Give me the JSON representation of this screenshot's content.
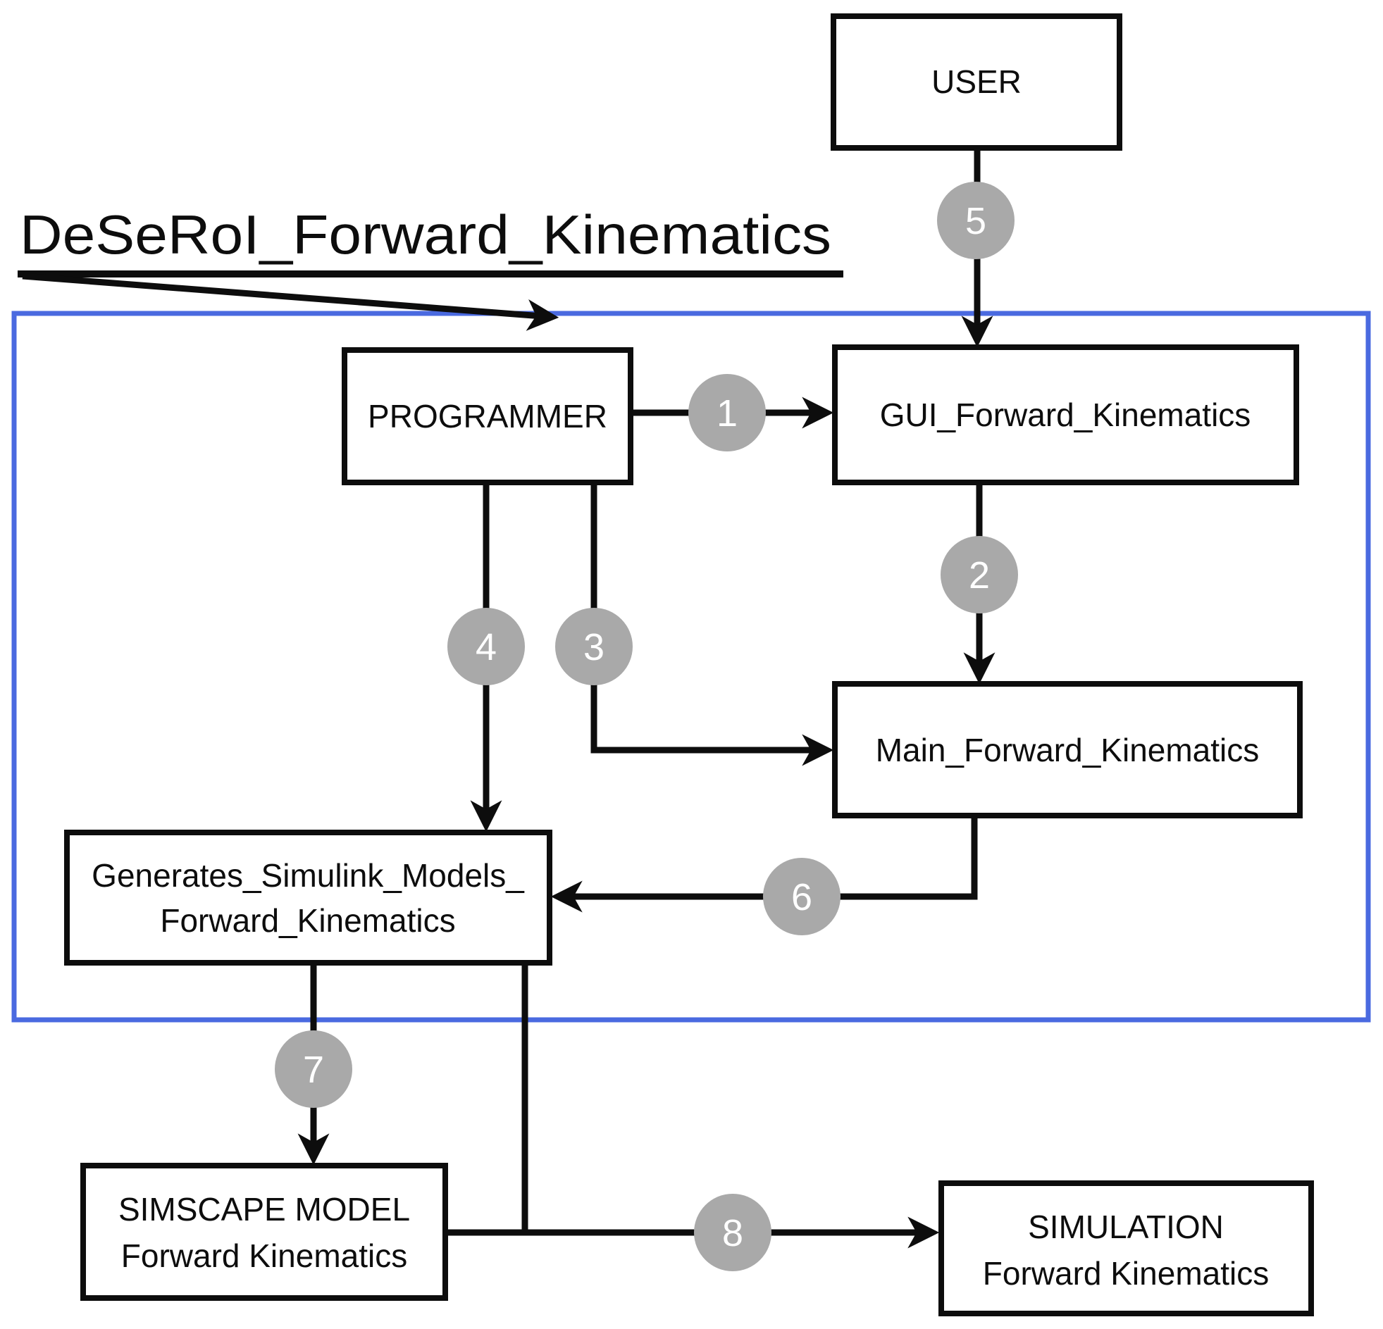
{
  "title": {
    "text": "DeSeRoI_Forward_Kinematics"
  },
  "nodes": {
    "user": {
      "label": "USER"
    },
    "programmer": {
      "label": "PROGRAMMER"
    },
    "gui": {
      "label": "GUI_Forward_Kinematics"
    },
    "main": {
      "label": "Main_Forward_Kinematics"
    },
    "generates": {
      "label_line1": "Generates_Simulink_Models_",
      "label_line2": "Forward_Kinematics"
    },
    "simscape": {
      "label_line1": "SIMSCAPE MODEL",
      "label_line2": "Forward Kinematics"
    },
    "simulation": {
      "label_line1": "SIMULATION",
      "label_line2": "Forward Kinematics"
    }
  },
  "steps": {
    "s1": "1",
    "s2": "2",
    "s3": "3",
    "s4": "4",
    "s5": "5",
    "s6": "6",
    "s7": "7",
    "s8": "8"
  },
  "edges": [
    {
      "step": "1",
      "from": "PROGRAMMER",
      "to": "GUI_Forward_Kinematics"
    },
    {
      "step": "2",
      "from": "GUI_Forward_Kinematics",
      "to": "Main_Forward_Kinematics"
    },
    {
      "step": "3",
      "from": "PROGRAMMER",
      "to": "Main_Forward_Kinematics"
    },
    {
      "step": "4",
      "from": "PROGRAMMER",
      "to": "Generates_Simulink_Models_Forward_Kinematics"
    },
    {
      "step": "5",
      "from": "USER",
      "to": "GUI_Forward_Kinematics"
    },
    {
      "step": "6",
      "from": "Main_Forward_Kinematics",
      "to": "Generates_Simulink_Models_Forward_Kinematics"
    },
    {
      "step": "7",
      "from": "Generates_Simulink_Models_Forward_Kinematics",
      "to": "SIMSCAPE MODEL Forward Kinematics"
    },
    {
      "step": "8",
      "from": "SIMSCAPE MODEL Forward Kinematics",
      "to": "SIMULATION Forward Kinematics"
    }
  ],
  "colors": {
    "boundary_blue": "#4a6ae0",
    "line_black": "#0d0d0d",
    "step_circle_gray": "#a9a9a9",
    "step_number_white": "#ffffff",
    "box_fill": "#ffffff"
  }
}
